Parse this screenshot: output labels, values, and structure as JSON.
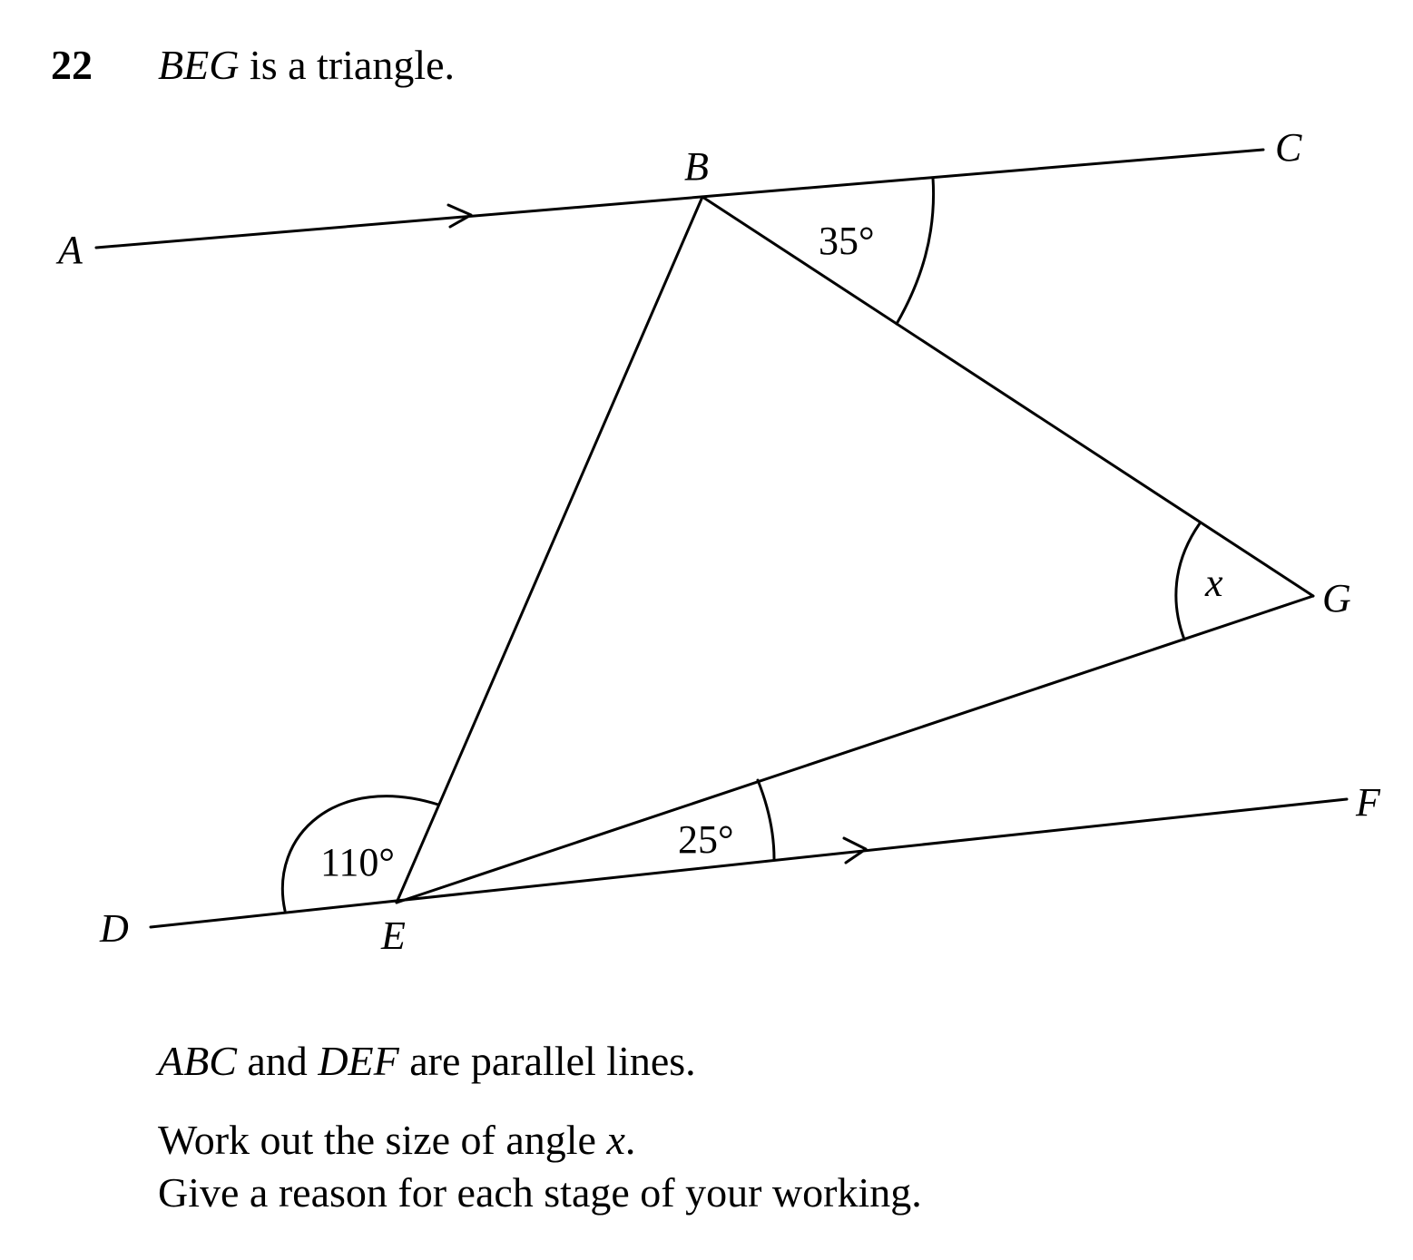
{
  "question": {
    "number": "22",
    "title_italic": "BEG",
    "title_rest": " is a triangle."
  },
  "diagram": {
    "points": {
      "A": "A",
      "B": "B",
      "C": "C",
      "D": "D",
      "E": "E",
      "F": "F",
      "G": "G"
    },
    "angles": {
      "at_b": "35°",
      "at_e_left": "110°",
      "at_e_right": "25°",
      "at_g": "x"
    }
  },
  "text": {
    "parallel_a": "ABC",
    "parallel_and": " and ",
    "parallel_b": "DEF",
    "parallel_rest": " are parallel lines.",
    "instruction_1_start": "Work out the size of angle ",
    "instruction_1_var": "x",
    "instruction_1_end": ".",
    "instruction_2": "Give a reason for each stage of your working."
  }
}
